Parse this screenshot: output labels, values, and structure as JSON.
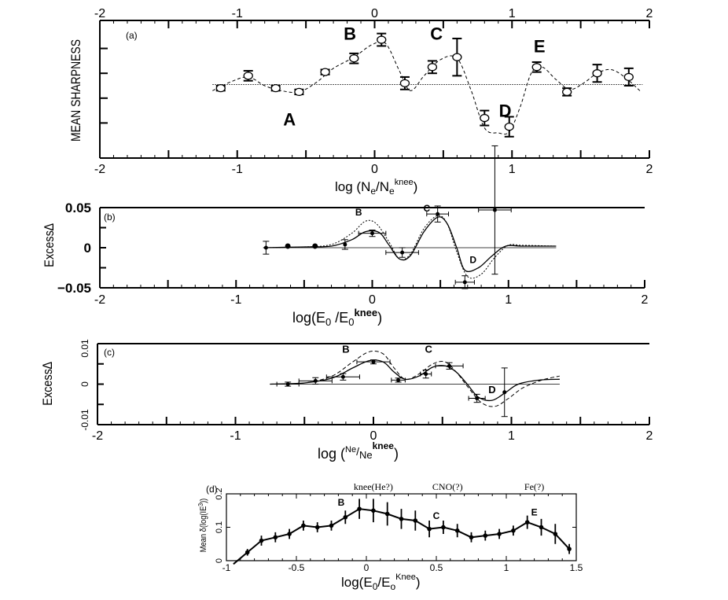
{
  "chart_data": [
    {
      "type": "line",
      "panel_label": "(a)",
      "ylabel": "MEAN SHARPNESS",
      "xlabel_main": "log (N",
      "xlabel_sub": "e",
      "xlabel_mid": "/N",
      "xlabel_sub2": "e",
      "xlabel_sup": "knee",
      "xlabel_close": ")",
      "xlim": [
        -2,
        2
      ],
      "top_tick_labels": [
        "-2",
        "-1",
        "0",
        "1",
        "2"
      ],
      "bottom_tick_labels": [
        "-2",
        "-1",
        "0",
        "1",
        "2"
      ],
      "ylim": [
        0,
        1
      ],
      "baseline_y": 0.51,
      "points": [
        {
          "x": -1.12,
          "y": 0.48,
          "err": 0.02
        },
        {
          "x": -0.92,
          "y": 0.58,
          "err": 0.04
        },
        {
          "x": -0.72,
          "y": 0.48,
          "err": 0.02
        },
        {
          "x": -0.55,
          "y": 0.45,
          "err": 0.02
        },
        {
          "x": -0.36,
          "y": 0.61,
          "err": 0.02
        },
        {
          "x": -0.15,
          "y": 0.72,
          "err": 0.04
        },
        {
          "x": 0.05,
          "y": 0.87,
          "err": 0.05
        },
        {
          "x": 0.22,
          "y": 0.52,
          "err": 0.05
        },
        {
          "x": 0.42,
          "y": 0.65,
          "err": 0.05
        },
        {
          "x": 0.6,
          "y": 0.73,
          "err": 0.15
        },
        {
          "x": 0.8,
          "y": 0.24,
          "err": 0.06
        },
        {
          "x": 0.98,
          "y": 0.17,
          "err": 0.08
        },
        {
          "x": 1.18,
          "y": 0.65,
          "err": 0.04
        },
        {
          "x": 1.4,
          "y": 0.45,
          "err": 0.03
        },
        {
          "x": 1.62,
          "y": 0.6,
          "err": 0.07
        },
        {
          "x": 1.85,
          "y": 0.57,
          "err": 0.07
        }
      ],
      "curve": [
        [
          -1.18,
          0.46
        ],
        [
          -1.05,
          0.53
        ],
        [
          -0.92,
          0.57
        ],
        [
          -0.8,
          0.5
        ],
        [
          -0.68,
          0.46
        ],
        [
          -0.55,
          0.45
        ],
        [
          -0.42,
          0.53
        ],
        [
          -0.3,
          0.64
        ],
        [
          -0.15,
          0.73
        ],
        [
          -0.02,
          0.83
        ],
        [
          0.08,
          0.84
        ],
        [
          0.18,
          0.62
        ],
        [
          0.26,
          0.46
        ],
        [
          0.36,
          0.58
        ],
        [
          0.48,
          0.71
        ],
        [
          0.6,
          0.72
        ],
        [
          0.7,
          0.47
        ],
        [
          0.8,
          0.16
        ],
        [
          0.9,
          0.12
        ],
        [
          0.98,
          0.13
        ],
        [
          1.06,
          0.33
        ],
        [
          1.14,
          0.6
        ],
        [
          1.22,
          0.65
        ],
        [
          1.32,
          0.55
        ],
        [
          1.42,
          0.47
        ],
        [
          1.52,
          0.52
        ],
        [
          1.62,
          0.6
        ],
        [
          1.72,
          0.63
        ],
        [
          1.82,
          0.57
        ],
        [
          1.94,
          0.45
        ]
      ],
      "annotations": [
        {
          "text": "A",
          "x": -0.62,
          "y": 0.18
        },
        {
          "text": "B",
          "x": -0.18,
          "y": 0.87
        },
        {
          "text": "C",
          "x": 0.45,
          "y": 0.87
        },
        {
          "text": "D",
          "x": 0.95,
          "y": 0.25
        },
        {
          "text": "E",
          "x": 1.2,
          "y": 0.77
        }
      ]
    },
    {
      "type": "line",
      "panel_label": "(b)",
      "ylabel": "Excess∆",
      "xlabel_main": "log(E",
      "xlabel_sub": "0",
      "xlabel_mid": " /E",
      "xlabel_sub2": "0",
      "xlabel_sup": "knee",
      "xlabel_close": ")",
      "xlim": [
        -2,
        2
      ],
      "ylim": [
        -0.05,
        0.05
      ],
      "y_tick_labels": [
        "0.05",
        "0",
        "−0.05"
      ],
      "x_tick_labels": [
        "-2",
        "-1",
        "0",
        "1",
        "2"
      ],
      "baseline_y": 0,
      "points": [
        {
          "x": -0.78,
          "y": 0.0,
          "yerr": 0.008,
          "xerr": 0.0
        },
        {
          "x": -0.62,
          "y": 0.002,
          "yerr": 0.0,
          "xerr": 0.0,
          "filled": true
        },
        {
          "x": -0.42,
          "y": 0.002,
          "yerr": 0.0,
          "xerr": 0.0,
          "filled": true
        },
        {
          "x": -0.2,
          "y": 0.004,
          "yerr": 0.006,
          "xerr": 0.0
        },
        {
          "x": 0.0,
          "y": 0.018,
          "yerr": 0.004,
          "xerr": 0.1
        },
        {
          "x": 0.22,
          "y": -0.006,
          "yerr": 0.006,
          "xerr": 0.12
        },
        {
          "x": 0.48,
          "y": 0.042,
          "yerr": 0.01,
          "xerr": 0.08
        },
        {
          "x": 0.68,
          "y": -0.043,
          "yerr": 0.008,
          "xerr": 0.07
        },
        {
          "x": 0.9,
          "y": 0.047,
          "yerr": 0.08,
          "xerr": 0.12
        }
      ],
      "solid_curve": [
        [
          -0.8,
          0.0
        ],
        [
          -0.5,
          0.001
        ],
        [
          -0.3,
          0.002
        ],
        [
          -0.15,
          0.01
        ],
        [
          -0.05,
          0.02
        ],
        [
          0.05,
          0.019
        ],
        [
          0.12,
          0.004
        ],
        [
          0.2,
          -0.014
        ],
        [
          0.28,
          -0.01
        ],
        [
          0.38,
          0.02
        ],
        [
          0.48,
          0.038
        ],
        [
          0.55,
          0.03
        ],
        [
          0.62,
          0.0
        ],
        [
          0.68,
          -0.028
        ],
        [
          0.78,
          -0.025
        ],
        [
          0.88,
          -0.01
        ],
        [
          0.98,
          0.002
        ],
        [
          1.1,
          0.002
        ],
        [
          1.35,
          0.002
        ]
      ],
      "dashed_curve": [
        [
          -0.8,
          0.0
        ],
        [
          -0.5,
          0.001
        ],
        [
          -0.3,
          0.004
        ],
        [
          -0.15,
          0.018
        ],
        [
          -0.05,
          0.033
        ],
        [
          0.03,
          0.03
        ],
        [
          0.12,
          0.008
        ],
        [
          0.2,
          -0.014
        ],
        [
          0.28,
          -0.008
        ],
        [
          0.38,
          0.024
        ],
        [
          0.48,
          0.04
        ],
        [
          0.55,
          0.03
        ],
        [
          0.62,
          -0.005
        ],
        [
          0.7,
          -0.036
        ],
        [
          0.8,
          -0.033
        ],
        [
          0.9,
          -0.012
        ],
        [
          1.0,
          0.003
        ],
        [
          1.1,
          0.003
        ],
        [
          1.35,
          0.002
        ]
      ],
      "annotations": [
        {
          "text": "B",
          "x": -0.1,
          "y": 0.04
        },
        {
          "text": "C",
          "x": 0.4,
          "y": 0.045
        },
        {
          "text": "D",
          "x": 0.74,
          "y": -0.019
        }
      ]
    },
    {
      "type": "line",
      "panel_label": "(c)",
      "ylabel": "Excess∆",
      "xlabel_main": "log (",
      "xlabel_frac_num": "Ne",
      "xlabel_frac_den": "Ne",
      "xlabel_sup": "knee",
      "xlabel_close": ")",
      "xlim": [
        -2,
        2
      ],
      "ylim": [
        -0.01,
        0.01
      ],
      "y_tick_labels": [
        "0.01",
        "0",
        "-0.01"
      ],
      "x_tick_labels": [
        "-2",
        "-1",
        "0",
        "1",
        "2"
      ],
      "baseline_y": 0,
      "points": [
        {
          "x": -0.62,
          "y": 0.0,
          "yerr": 0.0005,
          "xerr": 0.08
        },
        {
          "x": -0.42,
          "y": 0.0008,
          "yerr": 0.0008,
          "xerr": 0.12
        },
        {
          "x": -0.22,
          "y": 0.0018,
          "yerr": 0.0008,
          "xerr": 0.12
        },
        {
          "x": 0.0,
          "y": 0.0055,
          "yerr": 0.0005,
          "xerr": 0.12
        },
        {
          "x": 0.18,
          "y": 0.001,
          "yerr": 0.0005,
          "xerr": 0.05
        },
        {
          "x": 0.38,
          "y": 0.0025,
          "yerr": 0.001,
          "xerr": 0.04
        },
        {
          "x": 0.55,
          "y": 0.0045,
          "yerr": 0.0008,
          "xerr": 0.1
        },
        {
          "x": 0.75,
          "y": -0.0035,
          "yerr": 0.001,
          "xerr": 0.06
        },
        {
          "x": 0.95,
          "y": -0.002,
          "yerr": 0.006,
          "xerr": 0.0
        }
      ],
      "solid_curve": [
        [
          -0.75,
          0.0
        ],
        [
          -0.5,
          0.0003
        ],
        [
          -0.3,
          0.0015
        ],
        [
          -0.15,
          0.004
        ],
        [
          -0.03,
          0.0058
        ],
        [
          0.07,
          0.0055
        ],
        [
          0.15,
          0.003
        ],
        [
          0.23,
          0.0012
        ],
        [
          0.33,
          0.002
        ],
        [
          0.43,
          0.0042
        ],
        [
          0.52,
          0.0045
        ],
        [
          0.6,
          0.003
        ],
        [
          0.68,
          0.0
        ],
        [
          0.76,
          -0.0032
        ],
        [
          0.86,
          -0.004
        ],
        [
          0.96,
          -0.002
        ],
        [
          1.05,
          0.0
        ],
        [
          1.2,
          0.001
        ],
        [
          1.35,
          0.0012
        ]
      ],
      "dashed_curve": [
        [
          -0.75,
          0.0
        ],
        [
          -0.5,
          0.0003
        ],
        [
          -0.3,
          0.002
        ],
        [
          -0.15,
          0.0055
        ],
        [
          -0.03,
          0.008
        ],
        [
          0.07,
          0.0075
        ],
        [
          0.15,
          0.004
        ],
        [
          0.23,
          0.0012
        ],
        [
          0.33,
          0.0025
        ],
        [
          0.43,
          0.005
        ],
        [
          0.52,
          0.0055
        ],
        [
          0.6,
          0.003
        ],
        [
          0.68,
          -0.0005
        ],
        [
          0.78,
          -0.0045
        ],
        [
          0.88,
          -0.0055
        ],
        [
          0.98,
          -0.0035
        ],
        [
          1.08,
          -0.001
        ],
        [
          1.22,
          0.001
        ],
        [
          1.35,
          0.002
        ]
      ],
      "annotations": [
        {
          "text": "B",
          "x": -0.2,
          "y": 0.0078
        },
        {
          "text": "C",
          "x": 0.4,
          "y": 0.0078
        },
        {
          "text": "D",
          "x": 0.86,
          "y": -0.0022
        }
      ]
    },
    {
      "type": "line",
      "panel_label": "(d)",
      "ylabel": "Mean δ(log(IE",
      "ylabel_sup": "3",
      "ylabel_close": "))",
      "xlabel_main": "log(E",
      "xlabel_sub": "0",
      "xlabel_mid": "/E",
      "xlabel_sub2": "o",
      "xlabel_sup": "Knee",
      "xlabel_close": ")",
      "xlim": [
        -1,
        1.5
      ],
      "ylim": [
        0,
        0.2
      ],
      "y_tick_labels": [
        "0.2",
        "0.1",
        "0"
      ],
      "y_tick_values": [
        0.2,
        0.1,
        0
      ],
      "x_tick_labels": [
        "-1",
        "-0.5",
        "0",
        "0.5",
        "1",
        "1.5"
      ],
      "x_tick_values": [
        -1,
        -0.5,
        0,
        0.5,
        1,
        1.5
      ],
      "points": [
        {
          "x": -0.85,
          "y": 0.025,
          "yerr": 0.01
        },
        {
          "x": -0.75,
          "y": 0.06,
          "yerr": 0.015
        },
        {
          "x": -0.65,
          "y": 0.07,
          "yerr": 0.015
        },
        {
          "x": -0.55,
          "y": 0.08,
          "yerr": 0.015
        },
        {
          "x": -0.45,
          "y": 0.105,
          "yerr": 0.015
        },
        {
          "x": -0.35,
          "y": 0.1,
          "yerr": 0.015
        },
        {
          "x": -0.25,
          "y": 0.105,
          "yerr": 0.015
        },
        {
          "x": -0.15,
          "y": 0.13,
          "yerr": 0.02
        },
        {
          "x": -0.05,
          "y": 0.155,
          "yerr": 0.03
        },
        {
          "x": 0.05,
          "y": 0.15,
          "yerr": 0.035
        },
        {
          "x": 0.15,
          "y": 0.14,
          "yerr": 0.035
        },
        {
          "x": 0.25,
          "y": 0.125,
          "yerr": 0.03
        },
        {
          "x": 0.35,
          "y": 0.12,
          "yerr": 0.03
        },
        {
          "x": 0.45,
          "y": 0.095,
          "yerr": 0.025
        },
        {
          "x": 0.55,
          "y": 0.1,
          "yerr": 0.02
        },
        {
          "x": 0.65,
          "y": 0.09,
          "yerr": 0.02
        },
        {
          "x": 0.75,
          "y": 0.07,
          "yerr": 0.015
        },
        {
          "x": 0.85,
          "y": 0.075,
          "yerr": 0.015
        },
        {
          "x": 0.95,
          "y": 0.08,
          "yerr": 0.015
        },
        {
          "x": 1.05,
          "y": 0.09,
          "yerr": 0.015
        },
        {
          "x": 1.15,
          "y": 0.115,
          "yerr": 0.02
        },
        {
          "x": 1.25,
          "y": 0.1,
          "yerr": 0.025
        },
        {
          "x": 1.35,
          "y": 0.08,
          "yerr": 0.03
        },
        {
          "x": 1.45,
          "y": 0.035,
          "yerr": 0.015
        }
      ],
      "annotations": [
        {
          "text": "B",
          "x": -0.18,
          "y": 0.165,
          "style": "bold"
        },
        {
          "text": "C",
          "x": 0.5,
          "y": 0.125,
          "style": "bold"
        },
        {
          "text": "E",
          "x": 1.2,
          "y": 0.135,
          "style": "bold"
        },
        {
          "text": "knee(He?)",
          "x": 0.05,
          "y": 0.212,
          "style": "serif"
        },
        {
          "text": "CNO(?)",
          "x": 0.58,
          "y": 0.212,
          "style": "serif"
        },
        {
          "text": "Fe(?)",
          "x": 1.2,
          "y": 0.212,
          "style": "serif"
        }
      ]
    }
  ]
}
